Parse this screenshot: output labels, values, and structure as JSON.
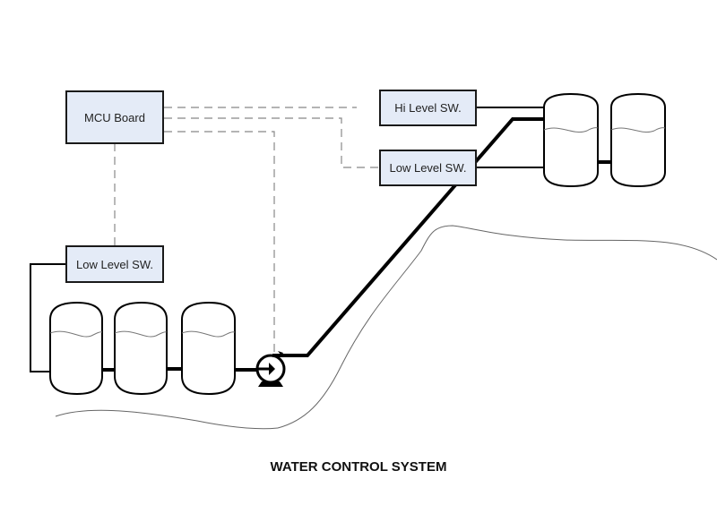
{
  "diagram": {
    "title": "WATER CONTROL SYSTEM",
    "components": {
      "mcu_board": "MCU Board",
      "hi_level_switch_upper": "Hi Level SW.",
      "low_level_switch_upper": "Low Level SW.",
      "low_level_switch_lower": "Low Level SW."
    },
    "tanks": {
      "lower_count": 3,
      "upper_count": 2
    },
    "colors": {
      "box_fill": "#e4ebf7",
      "line": "#000000",
      "dashed": "#888888",
      "terrain": "#666666"
    }
  }
}
